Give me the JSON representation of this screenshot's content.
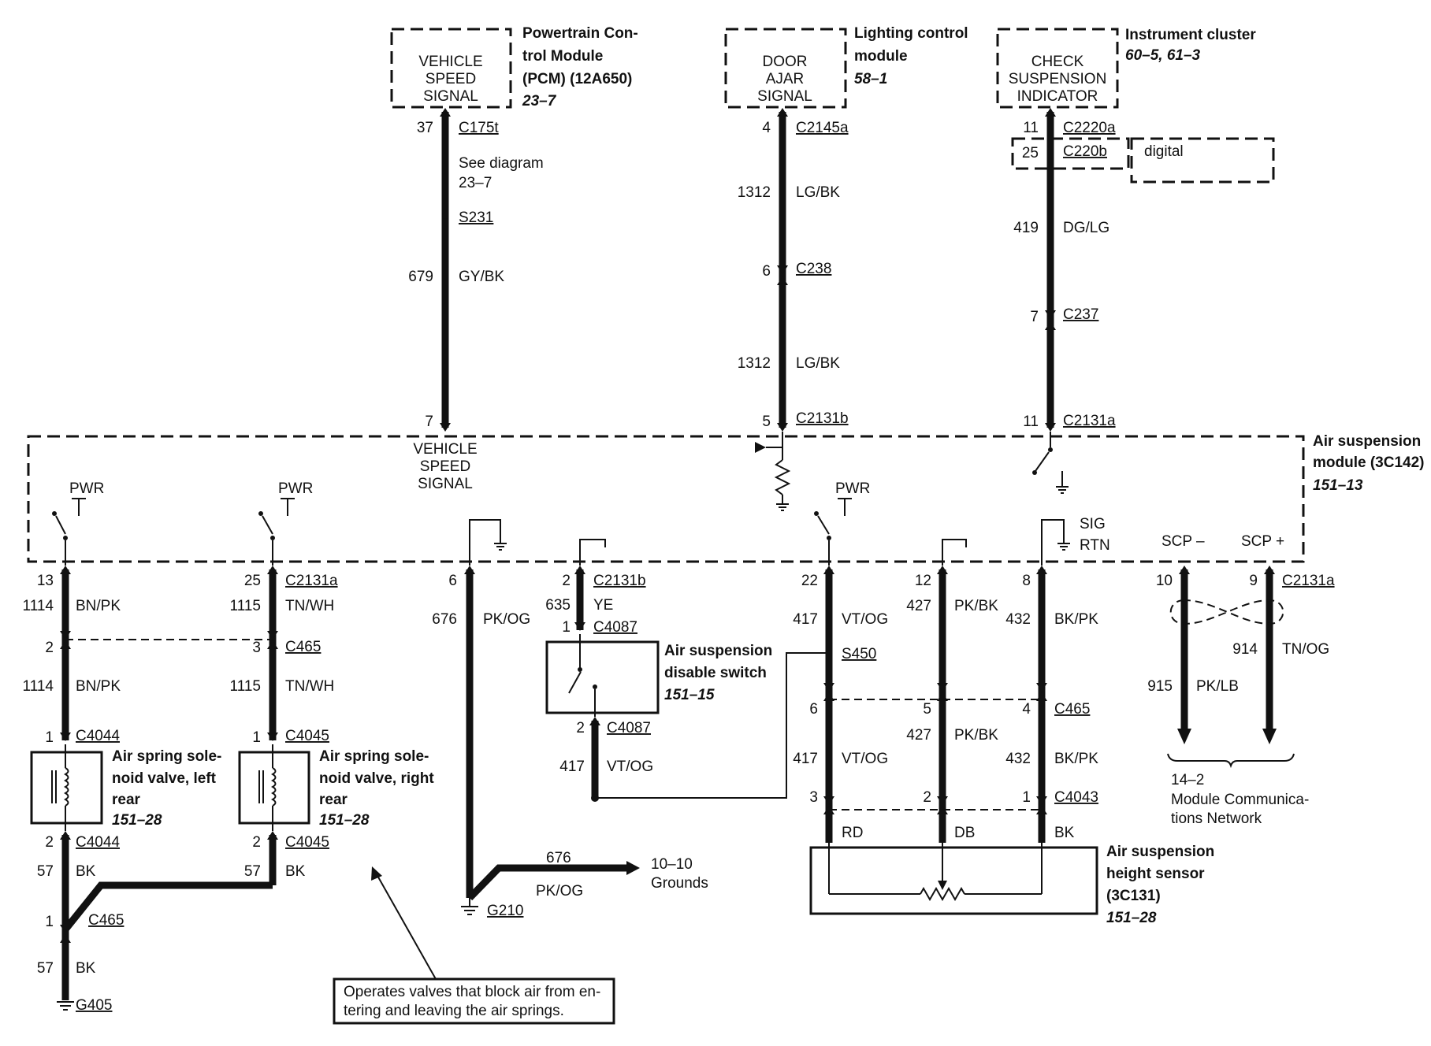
{
  "components": {
    "pcm_signal": [
      "VEHICLE",
      "SPEED",
      "SIGNAL"
    ],
    "pcm_label": [
      "Powertrain Con-",
      "trol Module",
      "(PCM) (12A650)"
    ],
    "pcm_ref": "23–7",
    "door_signal": [
      "DOOR",
      "AJAR",
      "SIGNAL"
    ],
    "lcm_label": [
      "Lighting control",
      "module"
    ],
    "lcm_ref": "58–1",
    "cluster_signal": [
      "CHECK",
      "SUSPENSION",
      "INDICATOR"
    ],
    "cluster_label": "Instrument cluster",
    "cluster_ref": "60–5, 61–3",
    "digital": "digital",
    "asm_label": [
      "Air suspension",
      "module (3C142)"
    ],
    "asm_ref": "151–13",
    "asm_vss": [
      "VEHICLE",
      "SPEED",
      "SIGNAL"
    ],
    "pwr": "PWR",
    "sig": "SIG",
    "rtn": "RTN",
    "scp_minus": "SCP –",
    "scp_plus": "SCP +",
    "disable_switch": [
      "Air suspension",
      "disable switch"
    ],
    "disable_switch_ref": "151–15",
    "lr_valve": [
      "Air spring sole-",
      "noid valve, left",
      "rear"
    ],
    "rr_valve": [
      "Air spring sole-",
      "noid valve, right",
      "rear"
    ],
    "valve_ref": "151–28",
    "height_sensor": [
      "Air suspension",
      "height sensor",
      "(3C131)"
    ],
    "height_sensor_ref": "151–28",
    "mcn": [
      "14–2",
      "Module Communica-",
      "tions Network"
    ],
    "grounds": [
      "10–10",
      "Grounds"
    ],
    "note": [
      "Operates valves that block air from en-",
      "tering and leaving the air springs."
    ],
    "see_diagram": [
      "See diagram",
      "23–7"
    ]
  },
  "connectors": {
    "c175t": "C175t",
    "s231": "S231",
    "c2145a": "C2145a",
    "c238": "C238",
    "c2220a": "C2220a",
    "c220b": "C220b",
    "c237": "C237",
    "c2131a": "C2131a",
    "c2131b": "C2131b",
    "c465": "C465",
    "c4044": "C4044",
    "c4045": "C4045",
    "c4087": "C4087",
    "s450": "S450",
    "c4043": "C4043",
    "g405": "G405",
    "g210": "G210"
  },
  "pins": {
    "p37": "37",
    "p7": "7",
    "p4": "4",
    "p6": "6",
    "p5": "5",
    "p11": "11",
    "p25": "25",
    "p13": "13",
    "p2": "2",
    "p1": "1",
    "p3": "3",
    "p22": "22",
    "p12": "12",
    "p8": "8",
    "p10": "10",
    "p9": "9"
  },
  "circuits": {
    "c679": "679",
    "c1312": "1312",
    "c419": "419",
    "c1114": "1114",
    "c1115": "1115",
    "c676": "676",
    "c635": "635",
    "c417": "417",
    "c427": "427",
    "c432": "432",
    "c914": "914",
    "c915": "915",
    "c57": "57"
  },
  "colors": {
    "gybk": "GY/BK",
    "lgbk": "LG/BK",
    "dglg": "DG/LG",
    "bnpk": "BN/PK",
    "tnwh": "TN/WH",
    "pkog": "PK/OG",
    "ye": "YE",
    "vtog": "VT/OG",
    "pkbk": "PK/BK",
    "bkpk": "BK/PK",
    "tnog": "TN/OG",
    "pklb": "PK/LB",
    "bk": "BK",
    "rd": "RD",
    "db": "DB"
  }
}
